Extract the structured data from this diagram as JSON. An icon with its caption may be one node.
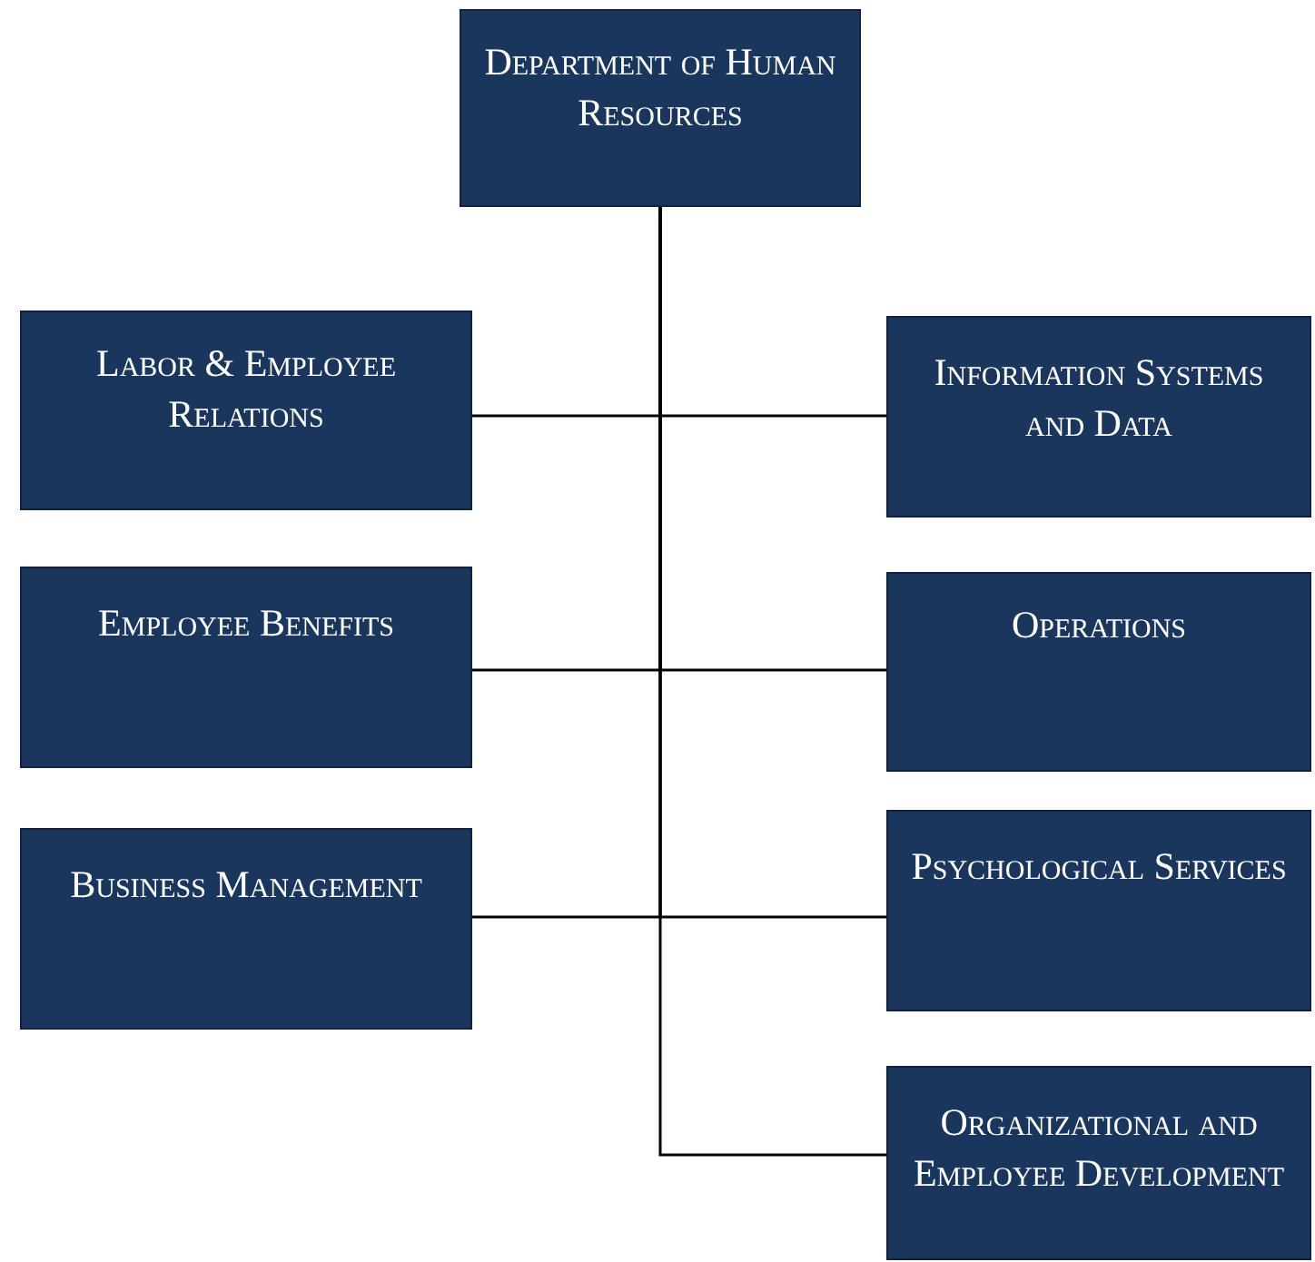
{
  "diagram": {
    "nodes": [
      {
        "text": [
          "Department of Human Resources"
        ]
      },
      {
        "text": [
          "Labor & Employee Relations"
        ]
      },
      {
        "text": [
          "Information Systems and Data"
        ]
      },
      {
        "text": [
          "Employee Benefits"
        ]
      },
      {
        "text": [
          "Operations"
        ]
      },
      {
        "text": [
          "Business Management"
        ]
      },
      {
        "text": [
          "Psychological Services"
        ]
      },
      {
        "text": [
          "Organizational and Employee Development"
        ]
      }
    ],
    "edges": [
      {
        "from": 0,
        "to": 1,
        "arrow": "none"
      },
      {
        "from": 0,
        "to": 2,
        "arrow": "none"
      },
      {
        "from": 0,
        "to": 3,
        "arrow": "none"
      },
      {
        "from": 0,
        "to": 4,
        "arrow": "none"
      },
      {
        "from": 0,
        "to": 5,
        "arrow": "none"
      },
      {
        "from": 0,
        "to": 6,
        "arrow": "none"
      },
      {
        "from": 0,
        "to": 7,
        "arrow": "none"
      }
    ]
  }
}
